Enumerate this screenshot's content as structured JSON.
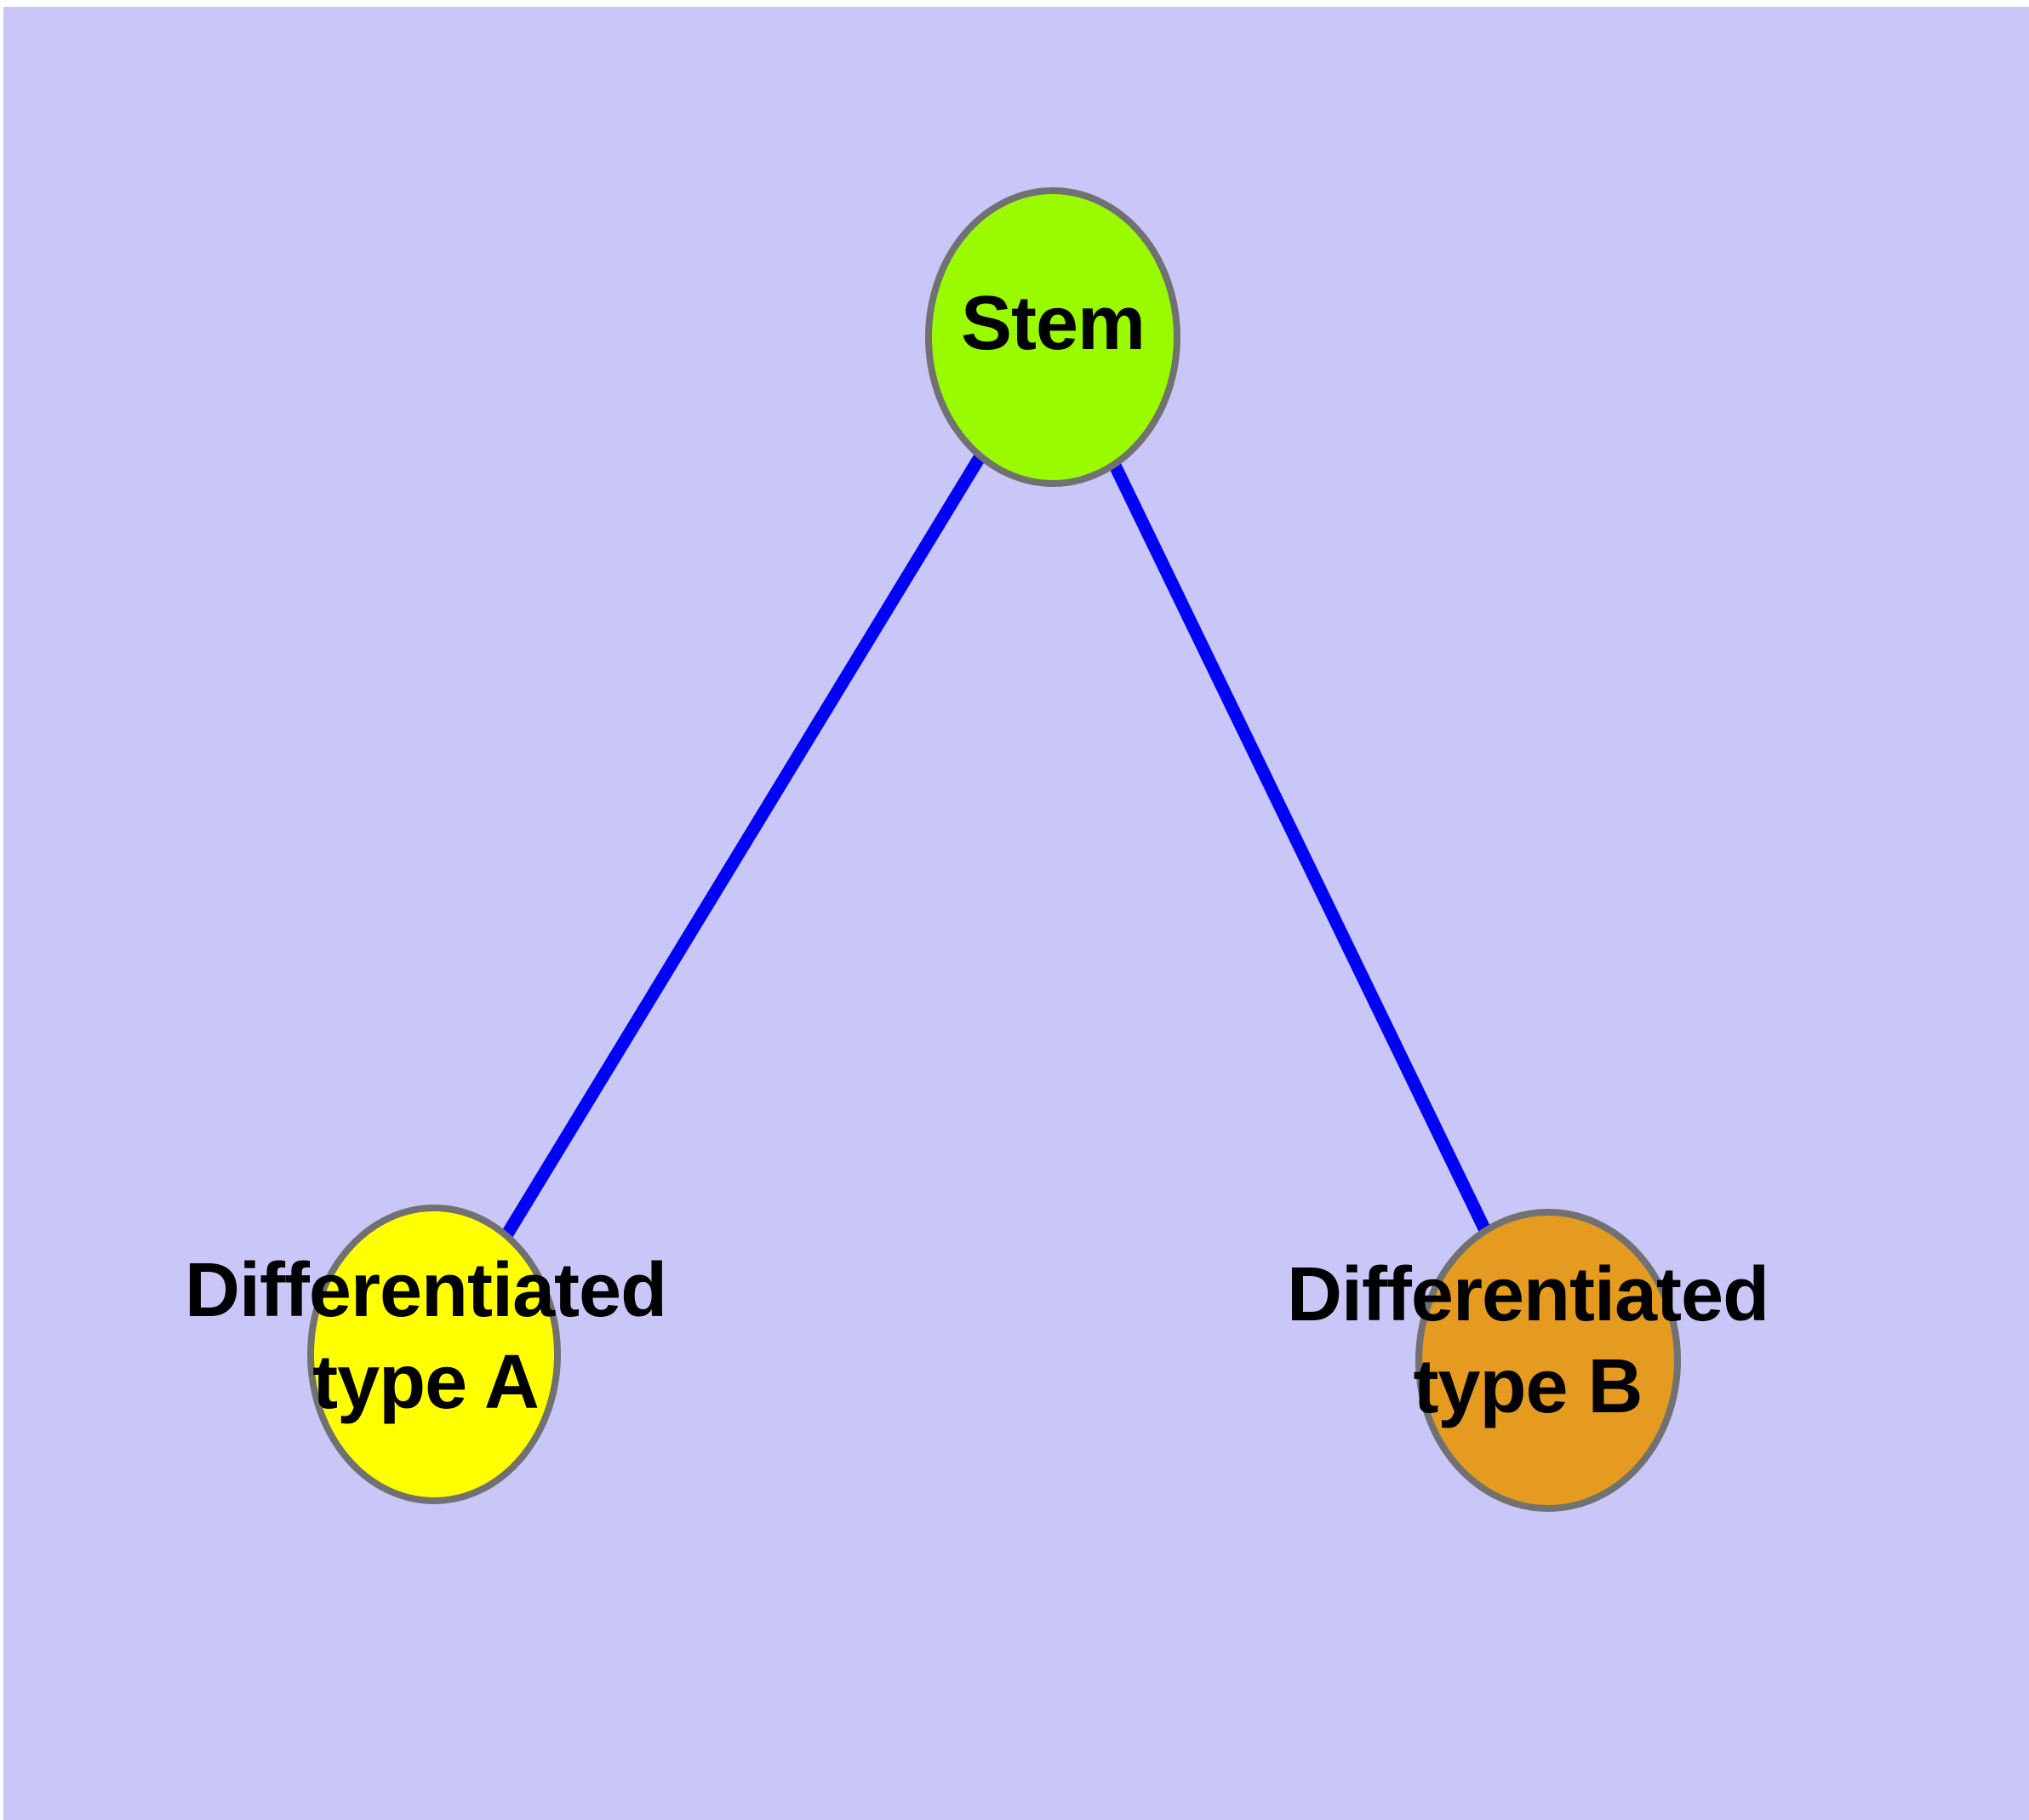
{
  "diagram": {
    "description": "Stem cell differentiation graph",
    "margin_color": "#ffffff",
    "background_color": "#c8c7f8",
    "edge_color": "#0202f5",
    "node_border_color": "#717171",
    "text_color": "#000000",
    "nodes": [
      {
        "id": "stem",
        "label_lines": {
          "0": "Stem"
        },
        "fill": "#9afb00"
      },
      {
        "id": "type-a",
        "label_lines": {
          "0": "Differentiated",
          "1": "type A"
        },
        "fill": "#ffff00"
      },
      {
        "id": "type-b",
        "label_lines": {
          "0": "Differentiated",
          "1": "type B"
        },
        "fill": "#e49b20"
      }
    ],
    "edges": [
      {
        "from": "stem",
        "to": "type-a"
      },
      {
        "from": "stem",
        "to": "type-b"
      }
    ]
  }
}
